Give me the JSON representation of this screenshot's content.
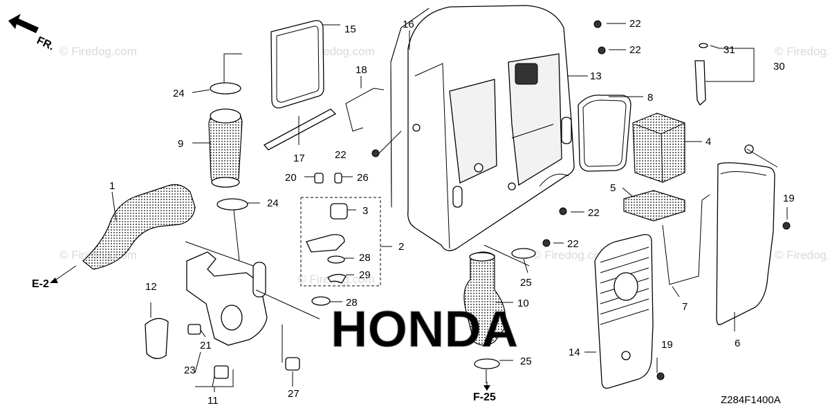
{
  "direction": {
    "label": "FR."
  },
  "watermark": {
    "text": "© Firedog.com"
  },
  "brand": {
    "text": "HONDA"
  },
  "references": {
    "left": "E-2",
    "bottom": "F-25"
  },
  "diagram_code": "Z284F1400A",
  "callouts": {
    "c1": "1",
    "c2": "2",
    "c3": "3",
    "c4": "4",
    "c5": "5",
    "c6": "6",
    "c7": "7",
    "c8": "8",
    "c9": "9",
    "c10": "10",
    "c11": "11",
    "c12": "12",
    "c13": "13",
    "c14": "14",
    "c15": "15",
    "c16": "16",
    "c17": "17",
    "c18": "18",
    "c19a": "19",
    "c19b": "19",
    "c20": "20",
    "c21": "21",
    "c22a": "22",
    "c22b": "22",
    "c22c": "22",
    "c22d": "22",
    "c22e": "22",
    "c23": "23",
    "c24a": "24",
    "c24b": "24",
    "c25a": "25",
    "c25b": "25",
    "c26": "26",
    "c27": "27",
    "c28a": "28",
    "c28b": "28",
    "c29": "29",
    "c30": "30",
    "c31": "31"
  }
}
